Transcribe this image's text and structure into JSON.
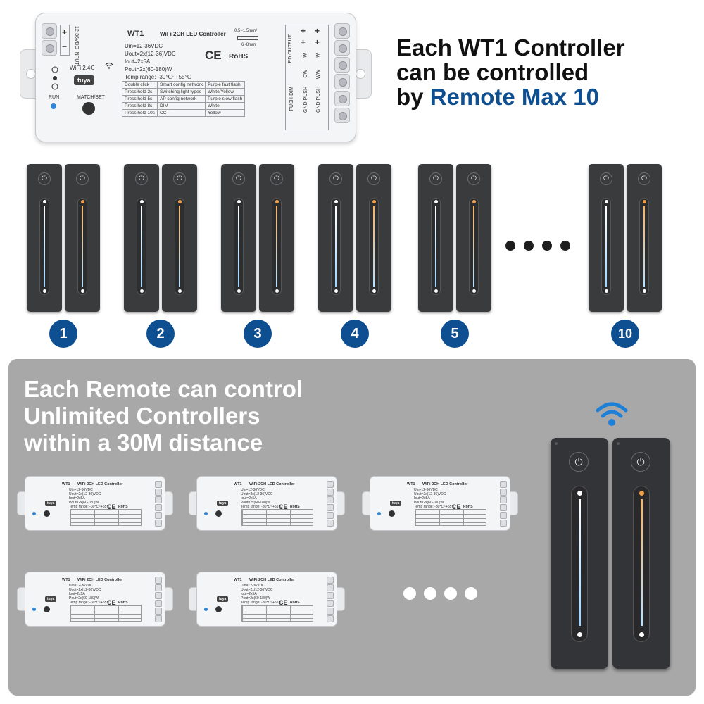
{
  "controller": {
    "model": "WT1",
    "title": "WiFi 2CH LED Controller",
    "specs": [
      "Uin=12-36VDC",
      "Uout=2x(12-36)VDC",
      "Iout=2x5A",
      "Pout=2x(60-180)W",
      "Temp range: -30℃~+55℃"
    ],
    "wire_gauge": "0.5~1.5mm²",
    "strip_length": "6~8mm",
    "input_label": "12-36VDC INPUT",
    "wifi_label": "WiFi 2.4G",
    "brand": "tuya",
    "run_label": "RUN",
    "match_label": "MATCH/SET",
    "ce": "CE",
    "rohs": "RoHS",
    "led_output_label": "LED OUTPUT",
    "output_w": "W",
    "output_cw": "CW",
    "output_ww": "WW",
    "plus": "+",
    "minus": "−",
    "push_labels": [
      "PUSH-DIM",
      "GND PUSH",
      "GND PUSH"
    ],
    "config_table": [
      [
        "Double click",
        "Smart config network",
        "Purple fast flash"
      ],
      [
        "Press hold 2s",
        "Switching light types",
        "White/Yellow"
      ],
      [
        "Press hold 5s",
        "AP config network",
        "Purple slow flash"
      ],
      [
        "Press hold 8s",
        "DIM",
        "White"
      ],
      [
        "Press hold 10s",
        "CCT",
        "Yellow"
      ]
    ]
  },
  "headline": {
    "line1": "Each WT1 Controller",
    "line2": "can be controlled",
    "line3_prefix": "by ",
    "line3_highlight": "Remote Max 10"
  },
  "remote_groups": [
    {
      "number": "1"
    },
    {
      "number": "2"
    },
    {
      "number": "3"
    },
    {
      "number": "4"
    },
    {
      "number": "5"
    },
    {
      "number": "10"
    }
  ],
  "remote_power_symbol": "⏻",
  "panel": {
    "line1": "Each Remote can control",
    "line2": "Unlimited Controllers",
    "line3": "within a 30M distance"
  },
  "mini_controller": {
    "model": "WT1",
    "title": "WiFi 2CH LED Controller",
    "specs": [
      "Uin=12-36VDC",
      "Uout=2x(12-36)VDC",
      "Iout=2x5A",
      "Pout=2x(60-180)W",
      "Temp range: -30℃~+55℃"
    ],
    "brand": "tuya",
    "ce": "CE",
    "rohs": "RoHS"
  },
  "colors": {
    "accent_blue": "#0d4f91",
    "panel_gray": "#a8a8a8",
    "remote_black": "#3a3b3d",
    "wifi_blue": "#1e7fd6"
  }
}
